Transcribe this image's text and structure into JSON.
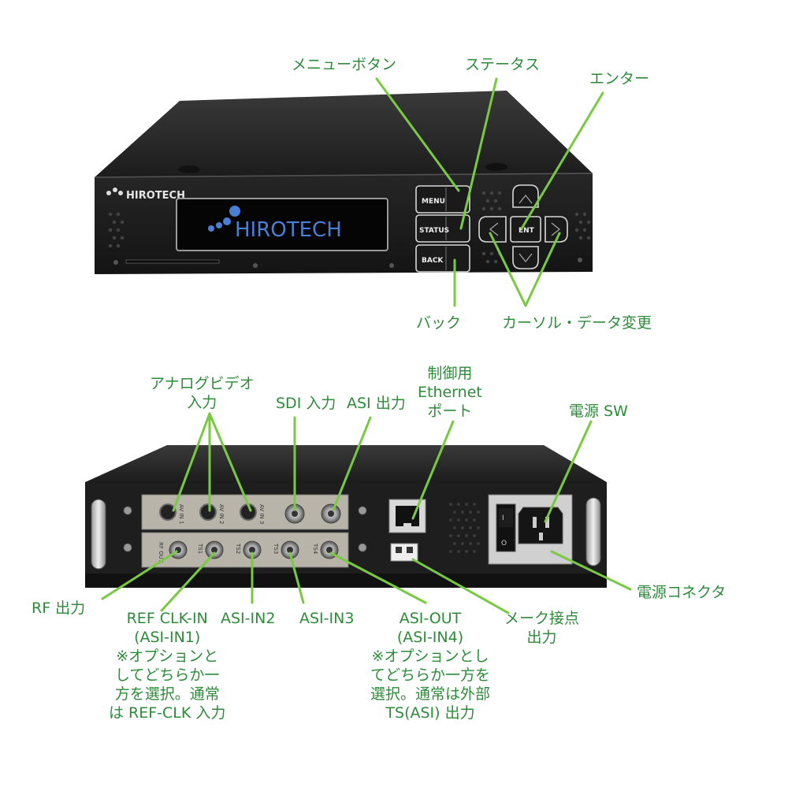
{
  "brand": "HIROTECH",
  "front_buttons": {
    "menu": "MENU",
    "status": "STATUS",
    "back": "BACK",
    "enter": "ENT"
  },
  "rear_port_labels": {
    "av_in_1": "AV IN 1",
    "av_in_2": "AV IN 2",
    "av_in_3": "AV IN 3",
    "rf_out": "RF OUT",
    "ts1": "TS1",
    "ts2": "TS2",
    "ts3": "TS3",
    "ts4": "TS4"
  },
  "callouts": {
    "menu_button": "メニューボタン",
    "status": "ステータス",
    "enter": "エンター",
    "back": "バック",
    "cursor": "カーソル・データ変更",
    "analog_video": "アナログビデオ\n入力",
    "sdi_in": "SDI 入力",
    "asi_out": "ASI 出力",
    "ethernet": "制御用\nEthernet\nポート",
    "power_sw": "電源 SW",
    "rf_out": "RF 出力",
    "ref_clk": "REF CLK-IN\n(ASI-IN1)\n※オプションと\nしてどちらか一\n方を選択。通常\nは REF-CLK 入力",
    "asi_in2": "ASI-IN2",
    "asi_in3": "ASI-IN3",
    "asi_out_in4": "ASI-OUT\n(ASI-IN4)\n※オプションとし\nてどちらか一方を\n選択。通常は外部\nTS(ASI) 出力",
    "maker_contact": "メーク接点\n出力",
    "power_connector": "電源コネクタ"
  },
  "colors": {
    "callout_green": "#2e8b3a",
    "line_green": "#7ac943",
    "chassis": "#2a2a2a",
    "display_text": "#4a7fd4"
  }
}
